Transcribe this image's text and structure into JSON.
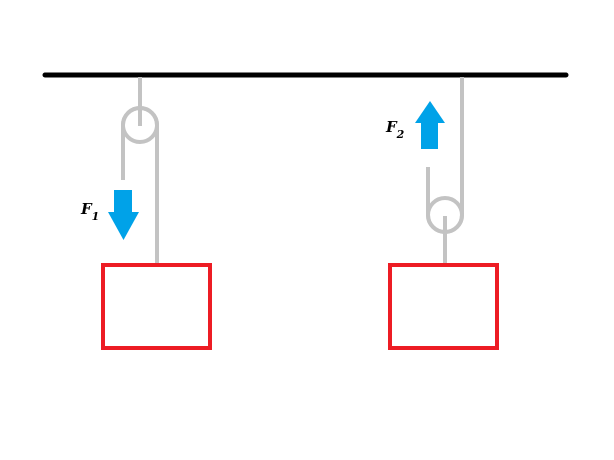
{
  "labels": {
    "f1": {
      "main": "F",
      "sub": "1"
    },
    "f2": {
      "main": "F",
      "sub": "2"
    }
  },
  "colors": {
    "ceiling": "#000000",
    "rope": "#c3c3c3",
    "arrow": "#00a2e8",
    "box": "#ed1c24"
  }
}
